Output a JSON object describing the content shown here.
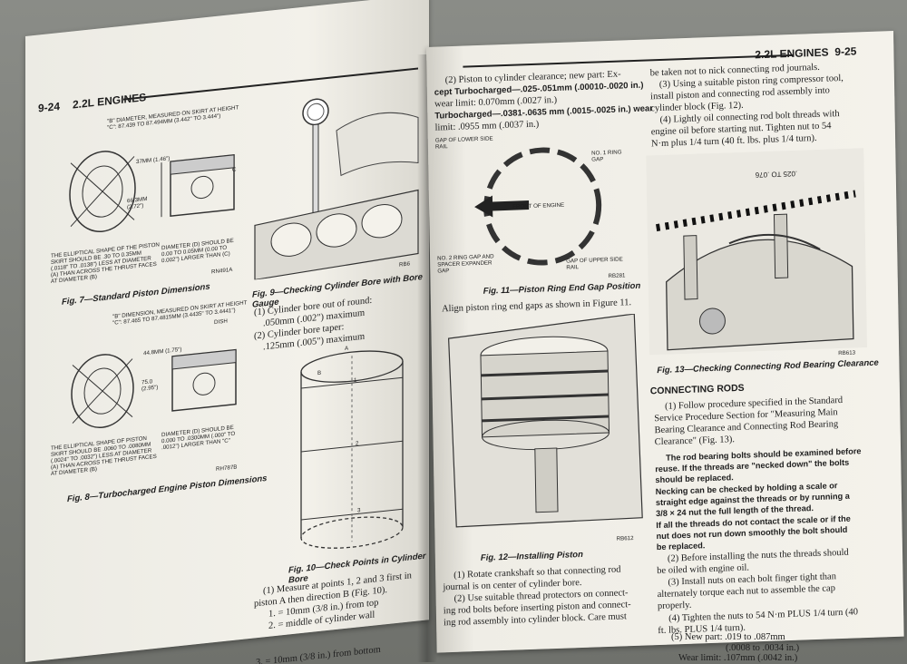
{
  "left_page": {
    "header_page": "9-24",
    "header_title": "2.2L ENGINES",
    "fig7": {
      "note_b": "\"B\" DIAMETER, MEASURED ON SKIRT AT HEIGHT \"C\": 87.439 TO 87.494mm (3.442\" TO 3.444\")",
      "dim_37": "37mm (1.46\")",
      "dim_c": "C",
      "dim_height": "66.3mm (2.72\")",
      "note_elliptical": "THE ELLIPTICAL SHAPE OF THE PISTON SKIRT SHOULD BE .30 TO 0.35mm (.0118\" TO .0138\") LESS AT DIAMETER (A) THAN ACROSS THE THRUST FACES AT DIAMETER (B)",
      "note_diameter_d": "DIAMETER (D) SHOULD BE 0.00 TO 0.05mm (0.00 TO 0.002\") LARGER THAN (C)",
      "code": "RN491A",
      "caption": "Fig. 7—Standard Piston Dimensions"
    },
    "fig8": {
      "note_b": "\"B\" DIMENSION, MEASURED ON SKIRT AT HEIGHT \"C\": 87.465 TO 87.4815mm (3.4435\" TO 3.4441\")",
      "dish": "DISH",
      "dim_44": "44.8mm (1.75\")",
      "dim_75": "75.0 (2.95\")",
      "note_elliptical": "THE ELLIPTICAL SHAPE OF PISTON SKIRT SHOULD BE .0060 TO .0080mm (.0024\" TO .0032\") LESS AT DIAMETER (A) THAN ACROSS THE THRUST FACES AT DIAMETER (B)",
      "note_diameter_d": "DIAMETER (D) SHOULD BE 0.000 TO .0300mm (.000\" TO .0012\") LARGER THAN \"C\"",
      "code": "RH787B",
      "caption": "Fig. 8—Turbocharged Engine Piston Dimensions"
    },
    "fig9": {
      "code": "RB6",
      "caption": "Fig. 9—Checking Cylinder Bore with Bore Gauge"
    },
    "bore_specs": [
      "(1) Cylinder bore out of round:",
      ".050mm (.002\") maximum",
      "(2) Cylinder bore taper:",
      ".125mm (.005\") maximum"
    ],
    "fig10": {
      "label_a": "A",
      "label_b": "B",
      "label_1": "1",
      "label_2": "2",
      "label_3": "3",
      "caption": "Fig. 10—Check Points in Cylinder Bore"
    },
    "measure": [
      "(1) Measure at points 1, 2 and 3 first in",
      "piston A then direction B (Fig. 10).",
      "1. = 10mm (3/8 in.) from top",
      "2. = middle of cylinder wall",
      "3. = 10mm (3/8 in.) from bottom"
    ]
  },
  "right_page": {
    "header_title": "2.2L ENGINES",
    "header_page": "9-25",
    "col1_top": [
      "(2) Piston to cylinder clearance; new part: Ex-",
      "cept Turbocharged—.025-.051mm (.00010-.0020 in.)",
      "wear limit: 0.070mm (.0027 in.)",
      "Turbocharged—.0381-.0635 mm (.0015-.0025 in.) wear",
      "limit: .0955 mm (.0037 in.)"
    ],
    "fig11": {
      "gap_lower": "GAP OF LOWER SIDE RAIL",
      "ring1": "NO. 1 RING GAP",
      "front": "FRONT OF ENGINE",
      "ring2": "NO. 2 RING GAP AND SPACER EXPANDER GAP",
      "gap_upper": "GAP OF UPPER SIDE RAIL",
      "code": "RB281",
      "caption": "Fig. 11—Piston Ring End Gap Position"
    },
    "align_text": "Align piston ring end gaps as shown in Figure 11.",
    "fig12": {
      "code": "RB612",
      "caption": "Fig. 12—Installing Piston"
    },
    "col1_bottom": [
      "(1) Rotate crankshaft so that connecting rod",
      "journal is on center of cylinder bore.",
      "(2) Use suitable thread protectors on connect-",
      "ing rod bolts before inserting piston and connect-",
      "ing rod assembly into cylinder block. Care must"
    ],
    "col2_top": [
      "be taken not to nick connecting rod journals.",
      "(3) Using a suitable piston ring compressor tool,",
      "install piston and connecting rod assembly into",
      "cylinder block (Fig. 12).",
      "(4) Lightly oil connecting rod bolt threads with",
      "engine oil before starting nut. Tighten nut to 54",
      "N·m plus 1/4 turn (40 ft. lbs. plus 1/4 turn)."
    ],
    "fig13": {
      "gauge_value": ".025 to .076",
      "code": "RB613",
      "caption": "Fig. 13—Checking Connecting Rod Bearing Clearance"
    },
    "section_heading": "CONNECTING RODS",
    "conn_intro": [
      "(1) Follow procedure specified in the Standard",
      "Service Procedure Section for \"Measuring Main",
      "Bearing Clearance and Connecting Rod Bearing",
      "Clearance\" (Fig. 13)."
    ],
    "conn_bold": [
      "The rod bearing bolts should be examined before",
      "reuse. If the threads are \"necked down\" the bolts",
      "should be replaced.",
      "Necking can be checked by holding a scale or",
      "straight edge against the threads or by running a",
      "3/8 × 24 nut the full length of the thread.",
      "If all the threads do not contact the scale or if the",
      "nut does not run down smoothly the bolt should",
      "be replaced."
    ],
    "conn_steps": [
      "(2) Before installing the nuts the threads should",
      "be oiled with engine oil.",
      "(3) Install nuts on each bolt finger tight than",
      "alternately torque each nut to assemble the cap",
      "properly.",
      "(4) Tighten the nuts to 54 N·m PLUS 1/4 turn (40",
      "ft. lbs. PLUS 1/4 turn).",
      "(5) New part: .019 to .087mm",
      "(.0008 to .0034 in.)",
      "Wear limit: .107mm (.0042 in.)"
    ]
  }
}
